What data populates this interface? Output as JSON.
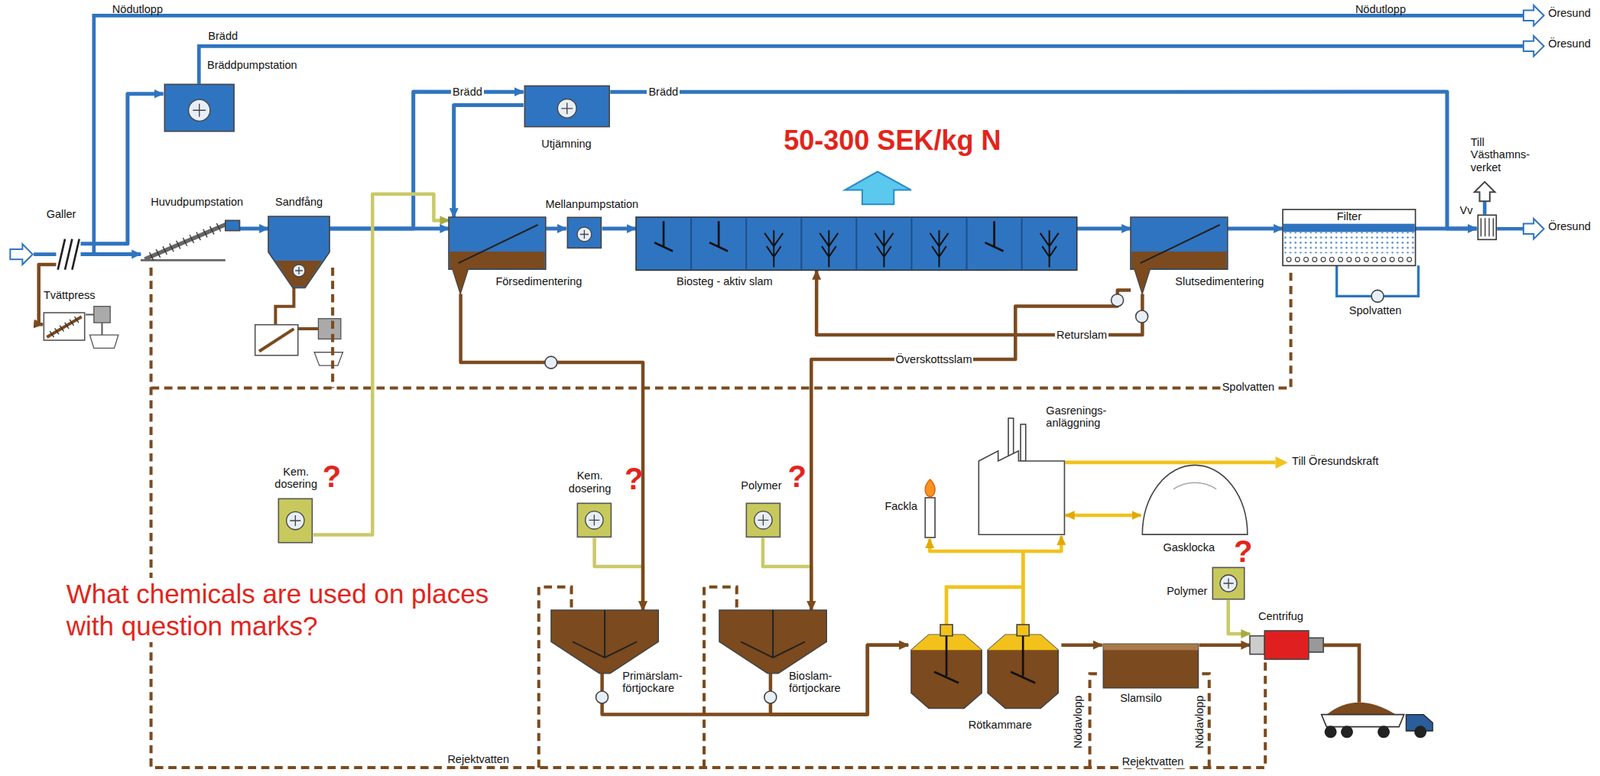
{
  "diagram": {
    "nodes": [
      {
        "text": [
          "Bräddpumpstation"
        ]
      },
      {
        "text": [
          "Utjämning"
        ]
      },
      {
        "text": [
          "Galler"
        ]
      },
      {
        "text": [
          "Huvudpumpstation"
        ]
      },
      {
        "text": [
          "Sandfång"
        ]
      },
      {
        "text": [
          "Försedimentering"
        ]
      },
      {
        "text": [
          "Mellanpumpstation"
        ]
      },
      {
        "text": [
          "Biosteg - aktiv slam"
        ]
      },
      {
        "text": [
          "Slutsedimentering"
        ]
      },
      {
        "text": [
          "Filter"
        ]
      },
      {
        "text": [
          "Vv"
        ]
      },
      {
        "text": [
          "Tvättpress"
        ]
      },
      {
        "text": [
          "Kem. dosering",
          "?"
        ]
      },
      {
        "text": [
          "Kem. dosering",
          "?"
        ]
      },
      {
        "text": [
          "Polymer",
          "?"
        ]
      },
      {
        "text": [
          "Fackla"
        ]
      },
      {
        "text": [
          "Gasrenings-anläggning"
        ]
      },
      {
        "text": [
          "Gasklocka"
        ]
      },
      {
        "text": [
          "Primärslam-förtjockare"
        ]
      },
      {
        "text": [
          "Bioslam-förtjockare"
        ]
      },
      {
        "text": [
          "Rötkammare"
        ]
      },
      {
        "text": [
          "Slamsilo"
        ]
      },
      {
        "text": [
          "Polymer",
          "?"
        ]
      },
      {
        "text": [
          "Centrifug"
        ]
      }
    ],
    "edges": [
      {
        "from": 2,
        "to": 3,
        "arrow": "to"
      },
      {
        "from": 2,
        "to": 11,
        "arrow": "to"
      },
      {
        "from": 2,
        "to": 0,
        "arrow": "to"
      },
      {
        "from": 3,
        "to": 4,
        "arrow": "to"
      },
      {
        "from": 4,
        "to": 5,
        "arrow": "to"
      },
      {
        "from": 4,
        "to": 1,
        "label": "Brädd",
        "arrow": "to"
      },
      {
        "from": 1,
        "to": 5,
        "arrow": "to"
      },
      {
        "from": 1,
        "to": 10,
        "label": "Brädd",
        "arrow": "to"
      },
      {
        "from": 5,
        "to": 6,
        "arrow": "to"
      },
      {
        "from": 6,
        "to": 7,
        "arrow": "to"
      },
      {
        "from": 7,
        "to": 8,
        "arrow": "to"
      },
      {
        "from": 8,
        "to": 9,
        "arrow": "to"
      },
      {
        "from": 9,
        "to": 10,
        "arrow": "to"
      },
      {
        "from": 12,
        "to": 5,
        "arrow": "to"
      },
      {
        "from": 13,
        "to": 18,
        "arrow": "to"
      },
      {
        "from": 5,
        "to": 18,
        "arrow": "to"
      },
      {
        "from": 14,
        "to": 19,
        "arrow": "to"
      },
      {
        "from": 8,
        "to": 19,
        "label": "Överskottsslam",
        "arrow": "to"
      },
      {
        "from": 8,
        "to": 7,
        "label": "Returslam",
        "arrow": "to"
      },
      {
        "from": 18,
        "to": 20,
        "arrow": "to"
      },
      {
        "from": 19,
        "to": 20,
        "arrow": "to"
      },
      {
        "from": 20,
        "to": 21,
        "arrow": "to"
      },
      {
        "from": 21,
        "to": 23,
        "arrow": "to"
      },
      {
        "from": 22,
        "to": 23,
        "arrow": "to"
      },
      {
        "from": 20,
        "to": 16,
        "arrow": "to"
      },
      {
        "from": 20,
        "to": 15,
        "arrow": "to"
      },
      {
        "from": 16,
        "to": 17,
        "arrow": "both"
      }
    ],
    "labels": [
      "Nödutlopp",
      "Nödutlopp",
      "Öresund",
      "Öresund",
      "Öresund",
      "Brädd",
      "50-300 SEK/kg N",
      "Till Västhamns-verket",
      "Spolvatten",
      "Spolvatten",
      "Till Öresundskraft",
      "Nödavlopp",
      "Nödavlopp",
      "Rejektvatten",
      "Rejektvatten",
      "What chemicals are used on places with question marks?"
    ]
  }
}
